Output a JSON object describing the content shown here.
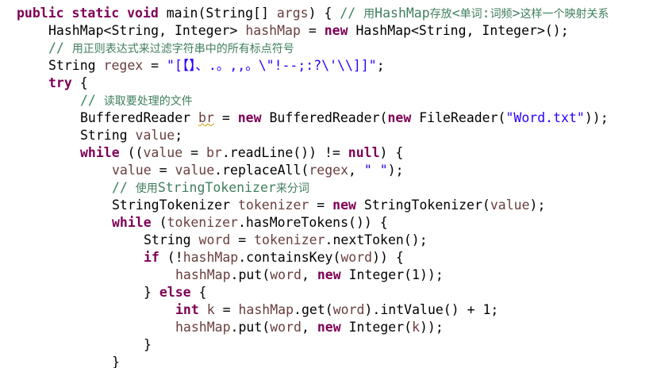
{
  "code_lines": [
    {
      "indent": 0,
      "tokens": [
        {
          "t": "kw",
          "v": "public static void"
        },
        {
          "t": "pl",
          "v": " main(String[] "
        },
        {
          "t": "var",
          "v": "args"
        },
        {
          "t": "pl",
          "v": ") { "
        },
        {
          "t": "cm",
          "v": "// 用HashMap存放<单词:词频>这样一个映射关系"
        }
      ]
    },
    {
      "indent": 1,
      "tokens": [
        {
          "t": "pl",
          "v": "HashMap<String, Integer> "
        },
        {
          "t": "var",
          "v": "hashMap"
        },
        {
          "t": "pl",
          "v": " = "
        },
        {
          "t": "kw",
          "v": "new"
        },
        {
          "t": "pl",
          "v": " HashMap<String, Integer>();"
        }
      ]
    },
    {
      "indent": 1,
      "tokens": [
        {
          "t": "cm",
          "v": "// 用正则表达式来过滤字符串中的所有标点符号"
        }
      ]
    },
    {
      "indent": 1,
      "tokens": [
        {
          "t": "pl",
          "v": "String "
        },
        {
          "t": "var",
          "v": "regex"
        },
        {
          "t": "pl",
          "v": " = "
        },
        {
          "t": "str",
          "v": "\"[【】、.。,,。\\\"!--;:?\\'\\\\]]\""
        },
        {
          "t": "pl",
          "v": ";"
        }
      ]
    },
    {
      "indent": 1,
      "tokens": [
        {
          "t": "kw",
          "v": "try"
        },
        {
          "t": "pl",
          "v": " {"
        }
      ]
    },
    {
      "indent": 2,
      "tokens": [
        {
          "t": "cm",
          "v": "// 读取要处理的文件"
        }
      ]
    },
    {
      "indent": 2,
      "tokens": [
        {
          "t": "pl",
          "v": "BufferedReader "
        },
        {
          "t": "var-sq",
          "v": "br"
        },
        {
          "t": "pl",
          "v": " = "
        },
        {
          "t": "kw",
          "v": "new"
        },
        {
          "t": "pl",
          "v": " BufferedReader("
        },
        {
          "t": "kw",
          "v": "new"
        },
        {
          "t": "pl",
          "v": " FileReader("
        },
        {
          "t": "str",
          "v": "\"Word.txt\""
        },
        {
          "t": "pl",
          "v": "));"
        }
      ]
    },
    {
      "indent": 2,
      "tokens": [
        {
          "t": "pl",
          "v": "String "
        },
        {
          "t": "var",
          "v": "value"
        },
        {
          "t": "pl",
          "v": ";"
        }
      ]
    },
    {
      "indent": 2,
      "tokens": [
        {
          "t": "kw",
          "v": "while"
        },
        {
          "t": "pl",
          "v": " (("
        },
        {
          "t": "var",
          "v": "value"
        },
        {
          "t": "pl",
          "v": " = "
        },
        {
          "t": "var",
          "v": "br"
        },
        {
          "t": "pl",
          "v": ".readLine()) != "
        },
        {
          "t": "kw",
          "v": "null"
        },
        {
          "t": "pl",
          "v": ") {"
        }
      ]
    },
    {
      "indent": 3,
      "tokens": [
        {
          "t": "var",
          "v": "value"
        },
        {
          "t": "pl",
          "v": " = "
        },
        {
          "t": "var",
          "v": "value"
        },
        {
          "t": "pl",
          "v": ".replaceAll("
        },
        {
          "t": "var",
          "v": "regex"
        },
        {
          "t": "pl",
          "v": ", "
        },
        {
          "t": "str",
          "v": "\" \""
        },
        {
          "t": "pl",
          "v": ");"
        }
      ]
    },
    {
      "indent": 3,
      "tokens": [
        {
          "t": "cm",
          "v": "// 使用StringTokenizer来分词"
        }
      ]
    },
    {
      "indent": 3,
      "tokens": [
        {
          "t": "pl",
          "v": "StringTokenizer "
        },
        {
          "t": "var",
          "v": "tokenizer"
        },
        {
          "t": "pl",
          "v": " = "
        },
        {
          "t": "kw",
          "v": "new"
        },
        {
          "t": "pl",
          "v": " StringTokenizer("
        },
        {
          "t": "var",
          "v": "value"
        },
        {
          "t": "pl",
          "v": ");"
        }
      ]
    },
    {
      "indent": 3,
      "tokens": [
        {
          "t": "kw",
          "v": "while"
        },
        {
          "t": "pl",
          "v": " ("
        },
        {
          "t": "var",
          "v": "tokenizer"
        },
        {
          "t": "pl",
          "v": ".hasMoreTokens()) {"
        }
      ]
    },
    {
      "indent": 4,
      "tokens": [
        {
          "t": "pl",
          "v": "String "
        },
        {
          "t": "var",
          "v": "word"
        },
        {
          "t": "pl",
          "v": " = "
        },
        {
          "t": "var",
          "v": "tokenizer"
        },
        {
          "t": "pl",
          "v": ".nextToken();"
        }
      ]
    },
    {
      "indent": 4,
      "tokens": [
        {
          "t": "kw",
          "v": "if"
        },
        {
          "t": "pl",
          "v": " (!"
        },
        {
          "t": "var",
          "v": "hashMap"
        },
        {
          "t": "pl",
          "v": ".containsKey("
        },
        {
          "t": "var",
          "v": "word"
        },
        {
          "t": "pl",
          "v": ")) {"
        }
      ]
    },
    {
      "indent": 5,
      "tokens": [
        {
          "t": "var",
          "v": "hashMap"
        },
        {
          "t": "pl",
          "v": ".put("
        },
        {
          "t": "var",
          "v": "word"
        },
        {
          "t": "pl",
          "v": ", "
        },
        {
          "t": "kw",
          "v": "new"
        },
        {
          "t": "pl",
          "v": " Integer(1));"
        }
      ]
    },
    {
      "indent": 4,
      "tokens": [
        {
          "t": "pl",
          "v": "} "
        },
        {
          "t": "kw",
          "v": "else"
        },
        {
          "t": "pl",
          "v": " {"
        }
      ]
    },
    {
      "indent": 5,
      "tokens": [
        {
          "t": "kw",
          "v": "int"
        },
        {
          "t": "pl",
          "v": " "
        },
        {
          "t": "var",
          "v": "k"
        },
        {
          "t": "pl",
          "v": " = "
        },
        {
          "t": "var",
          "v": "hashMap"
        },
        {
          "t": "pl",
          "v": ".get("
        },
        {
          "t": "var",
          "v": "word"
        },
        {
          "t": "pl",
          "v": ").intValue() + 1;"
        }
      ]
    },
    {
      "indent": 5,
      "tokens": [
        {
          "t": "var",
          "v": "hashMap"
        },
        {
          "t": "pl",
          "v": ".put("
        },
        {
          "t": "var",
          "v": "word"
        },
        {
          "t": "pl",
          "v": ", "
        },
        {
          "t": "kw",
          "v": "new"
        },
        {
          "t": "pl",
          "v": " Integer("
        },
        {
          "t": "var",
          "v": "k"
        },
        {
          "t": "pl",
          "v": "));"
        }
      ]
    },
    {
      "indent": 4,
      "tokens": [
        {
          "t": "pl",
          "v": "}"
        }
      ]
    },
    {
      "indent": 3,
      "tokens": [
        {
          "t": "pl",
          "v": "}"
        }
      ]
    }
  ],
  "colors": {
    "keyword": "#7f0055",
    "string": "#2a00ff",
    "comment": "#3f7f5f",
    "variable": "#6a3e3e",
    "plain": "#000000",
    "background": "#ffffff",
    "warning_squiggle": "#d4a000"
  }
}
